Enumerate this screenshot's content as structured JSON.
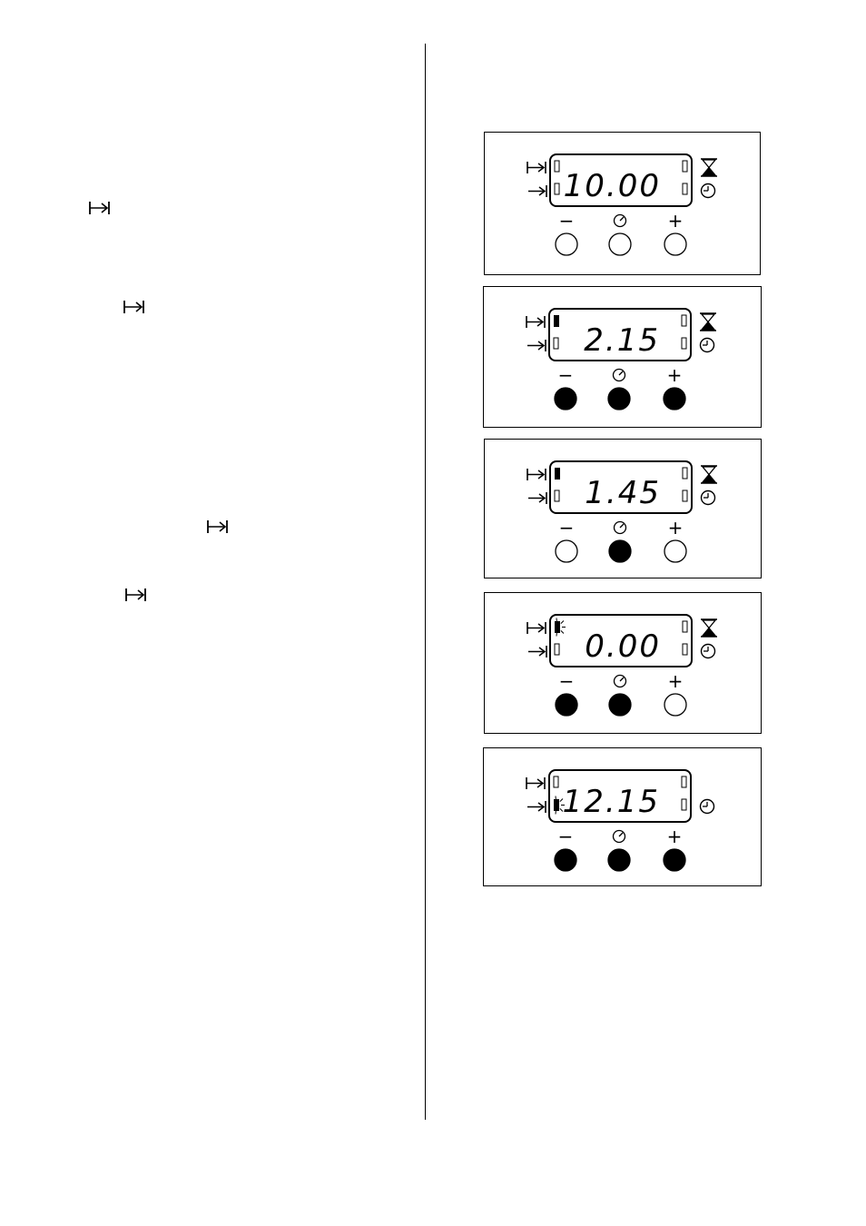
{
  "colors": {
    "ink": "#000000",
    "paper": "#ffffff"
  },
  "icons": {
    "end_time": "arrow-to-bar-icon",
    "duration": "arrow-right-icon",
    "timer": "hourglass-icon",
    "clock": "clock-icon",
    "select": "dial-select-icon"
  },
  "buttons": {
    "minus": "−",
    "plus": "+"
  },
  "panels": [
    {
      "time": "10.00",
      "minus_pressed": false,
      "select_pressed": false,
      "plus_pressed": false,
      "top_indicator": "empty",
      "bottom_indicator": "empty",
      "show_timer": true
    },
    {
      "time": "2.15",
      "minus_pressed": true,
      "select_pressed": true,
      "plus_pressed": true,
      "top_indicator": "solid",
      "bottom_indicator": "empty",
      "show_timer": true
    },
    {
      "time": "1.45",
      "minus_pressed": false,
      "select_pressed": true,
      "plus_pressed": false,
      "top_indicator": "solid",
      "bottom_indicator": "empty",
      "show_timer": true
    },
    {
      "time": "0.00",
      "minus_pressed": true,
      "select_pressed": true,
      "plus_pressed": false,
      "top_indicator": "flashing",
      "bottom_indicator": "empty",
      "show_timer": true
    },
    {
      "time": "12.15",
      "minus_pressed": true,
      "select_pressed": true,
      "plus_pressed": true,
      "top_indicator": "empty",
      "bottom_indicator": "flashing",
      "show_timer": false
    }
  ]
}
